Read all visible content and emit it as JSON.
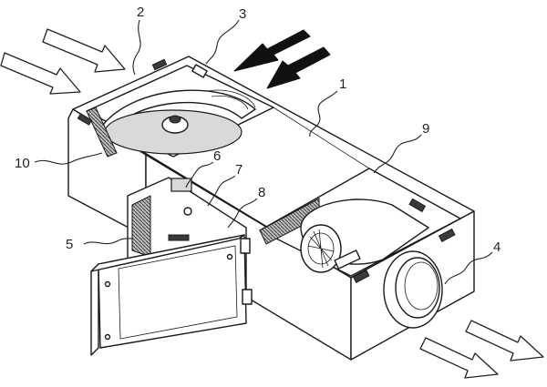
{
  "figure": {
    "labels": [
      {
        "id": "label-1",
        "text": "1"
      },
      {
        "id": "label-2",
        "text": "2"
      },
      {
        "id": "label-3",
        "text": "3"
      },
      {
        "id": "label-4",
        "text": "4"
      },
      {
        "id": "label-5",
        "text": "5"
      },
      {
        "id": "label-6",
        "text": "6"
      },
      {
        "id": "label-7",
        "text": "7"
      },
      {
        "id": "label-8",
        "text": "8"
      },
      {
        "id": "label-9",
        "text": "9"
      },
      {
        "id": "label-10",
        "text": "10"
      }
    ],
    "arrows": [
      {
        "id": "airflow-in-top-left",
        "style": "outline"
      },
      {
        "id": "airflow-in-left",
        "style": "outline"
      },
      {
        "id": "airflow-in-solid-upper",
        "style": "solid"
      },
      {
        "id": "airflow-in-solid-lower",
        "style": "solid"
      },
      {
        "id": "airflow-out-upper",
        "style": "outline"
      },
      {
        "id": "airflow-out-lower",
        "style": "outline"
      }
    ]
  }
}
